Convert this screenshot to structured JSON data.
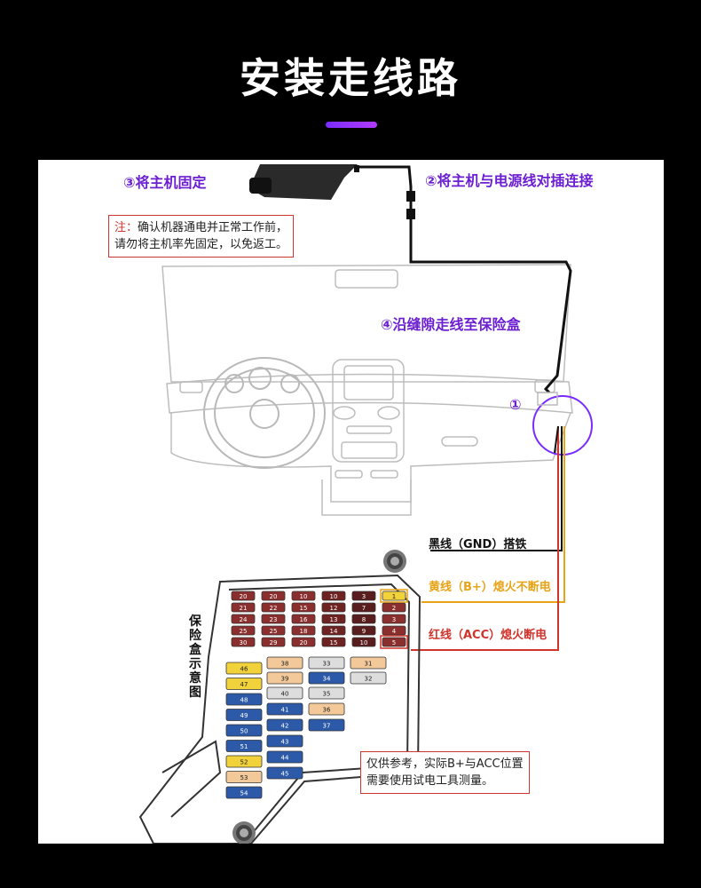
{
  "title": "安装走线路",
  "steps": {
    "step1": "①",
    "step2": "②将主机与电源线对插连接",
    "step3": "③将主机固定",
    "step4": "④沿缝隙走线至保险盒"
  },
  "note_top": {
    "prefix": "注：",
    "line1_rest": "确认机器通电并正常工作前，",
    "line2": "请勿将主机率先固定，以免返工。"
  },
  "wires": {
    "black": "黑线（GND）搭铁",
    "yellow": "黄线（B+）熄火不断电",
    "red": "红线（ACC）熄火断电"
  },
  "colors": {
    "black_wire": "#111111",
    "yellow_wire": "#e8a317",
    "red_wire": "#d0342c",
    "accent": "#7a2cff"
  },
  "fusebox_label": "保险盒示意图",
  "note_bottom": {
    "line1": "仅供参考，实际B+与ACC位置",
    "line2": "需要使用试电工具测量。"
  },
  "fuses": {
    "top_rows": [
      [
        "20",
        "20",
        "10",
        "10",
        "3",
        "1"
      ],
      [
        "21",
        "22",
        "15",
        "12",
        "7",
        "2"
      ],
      [
        "24",
        "23",
        "16",
        "13",
        "8",
        "3"
      ],
      [
        "25",
        "25",
        "18",
        "14",
        "9",
        "4"
      ],
      [
        "30",
        "29",
        "20",
        "15",
        "10",
        "5"
      ]
    ],
    "mid": [
      "38",
      "33",
      "31",
      "39",
      "34",
      "32",
      "40",
      "35",
      "41",
      "36",
      "42",
      "37",
      "43",
      "44",
      "45"
    ],
    "left_col": [
      "46",
      "47",
      "48",
      "49",
      "50",
      "51",
      "52",
      "53",
      "54"
    ]
  }
}
